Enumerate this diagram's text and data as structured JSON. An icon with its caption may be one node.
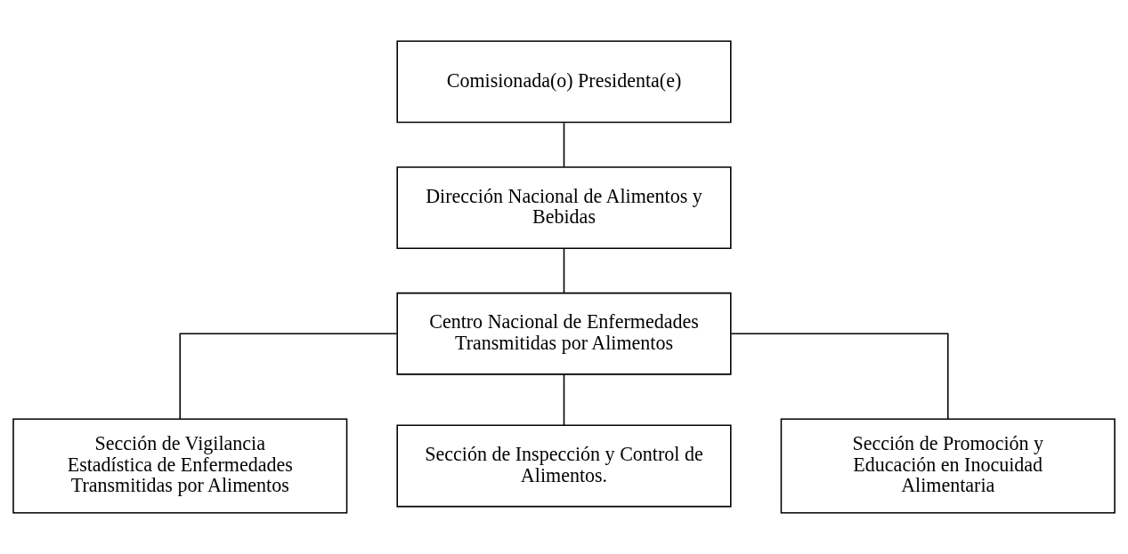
{
  "diagram": {
    "nodes": [
      {
        "text": [
          "Comisionada(o) Presidenta(e)"
        ]
      },
      {
        "text": [
          "Dirección Nacional de Alimentos y Bebidas"
        ]
      },
      {
        "text": [
          "Centro Nacional de Enfermedades Transmitidas por Alimentos"
        ]
      },
      {
        "text": [
          "Sección de Vigilancia Estadística de Enfermedades Transmitidas por Alimentos"
        ]
      },
      {
        "text": [
          "Sección de Inspección y Control de Alimentos."
        ]
      },
      {
        "text": [
          "Sección de Promoción y Educación en Inocuidad Alimentaria"
        ]
      }
    ],
    "edges": [
      {
        "from": 0,
        "to": 1,
        "arrow": "none"
      },
      {
        "from": 1,
        "to": 2,
        "arrow": "none"
      },
      {
        "from": 2,
        "to": 3,
        "arrow": "none"
      },
      {
        "from": 2,
        "to": 4,
        "arrow": "none"
      },
      {
        "from": 2,
        "to": 5,
        "arrow": "none"
      }
    ]
  }
}
